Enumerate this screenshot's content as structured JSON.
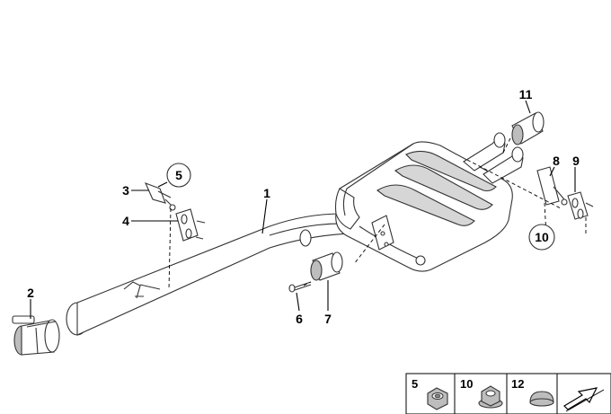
{
  "callouts": {
    "c1": "1",
    "c2": "2",
    "c3": "3",
    "c4": "4",
    "c5": "5",
    "c6": "6",
    "c7": "7",
    "c8": "8",
    "c9": "9",
    "c10": "10",
    "c11": "11"
  },
  "legend": {
    "l5": "5",
    "l10": "10",
    "l12": "12"
  },
  "colors": {
    "line": "#333333",
    "shade": "#bdbdbd",
    "legend_border": "#000000"
  },
  "icons": [
    "exhaust-pipe-icon",
    "rear-silencer-icon",
    "clamp-icon",
    "hanger-icon",
    "nut-icon",
    "cap-icon",
    "arrow-icon"
  ]
}
